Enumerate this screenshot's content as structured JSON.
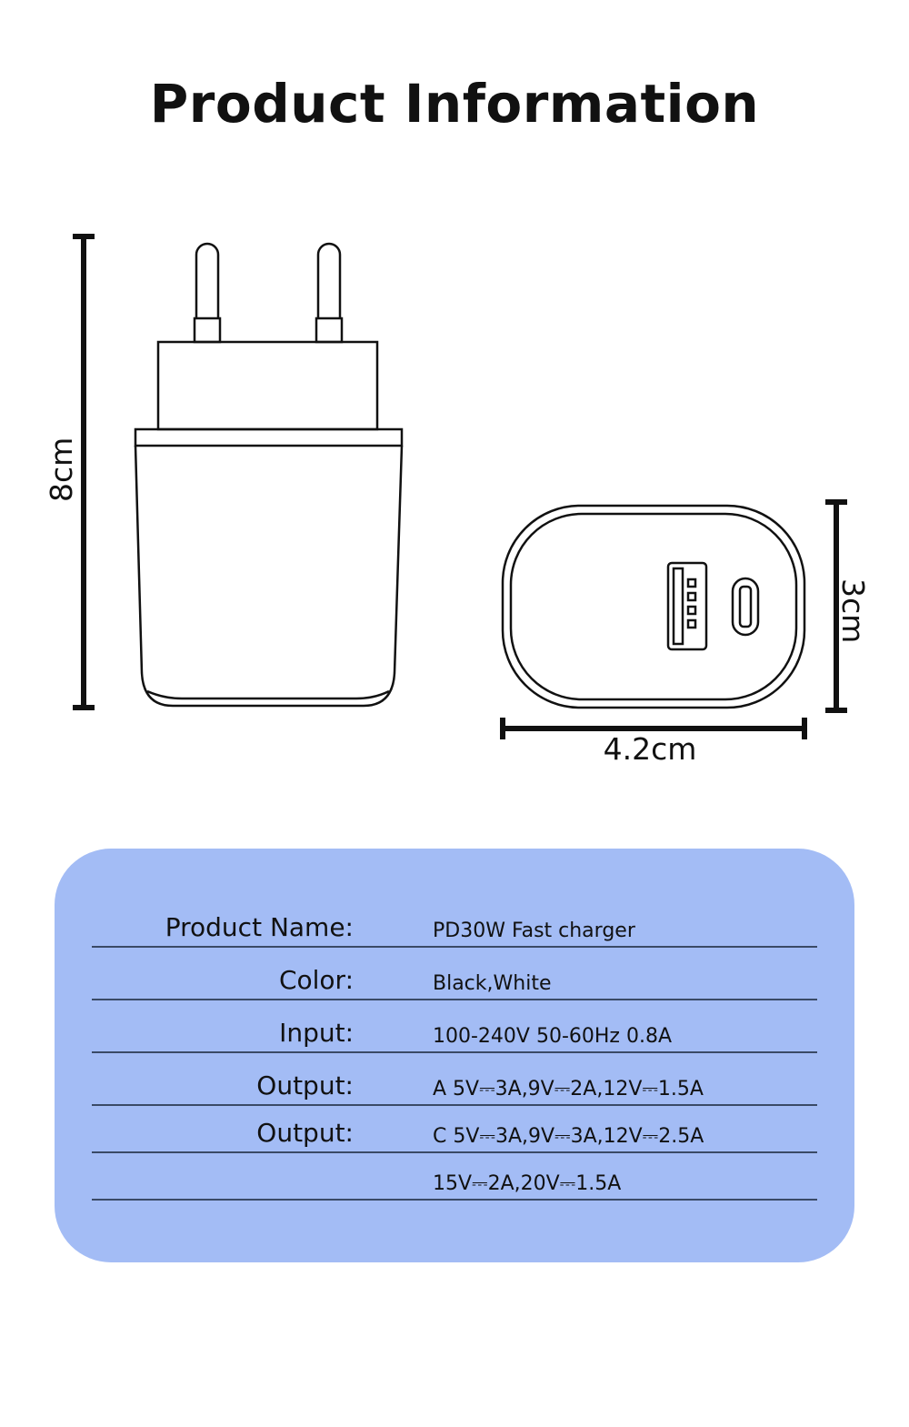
{
  "title": "Product Information",
  "dimensions": {
    "height": "8cm",
    "width": "4.2cm",
    "depth": "3cm"
  },
  "specs": [
    {
      "label": "Product Name:",
      "value": "PD30W Fast charger"
    },
    {
      "label": "Color:",
      "value": "Black,White"
    },
    {
      "label": "Input:",
      "value": "100-240V 50-60Hz 0.8A"
    },
    {
      "label": "Output:",
      "value": "A 5V⎓3A,9V⎓2A,12V⎓1.5A"
    },
    {
      "label": "Output:",
      "value": "C 5V⎓3A,9V⎓3A,12V⎓2.5A"
    },
    {
      "label": "",
      "value": "15V⎓2A,20V⎓1.5A"
    }
  ],
  "colors": {
    "panel": "#a3bcf5",
    "line": "#3a4a66"
  }
}
